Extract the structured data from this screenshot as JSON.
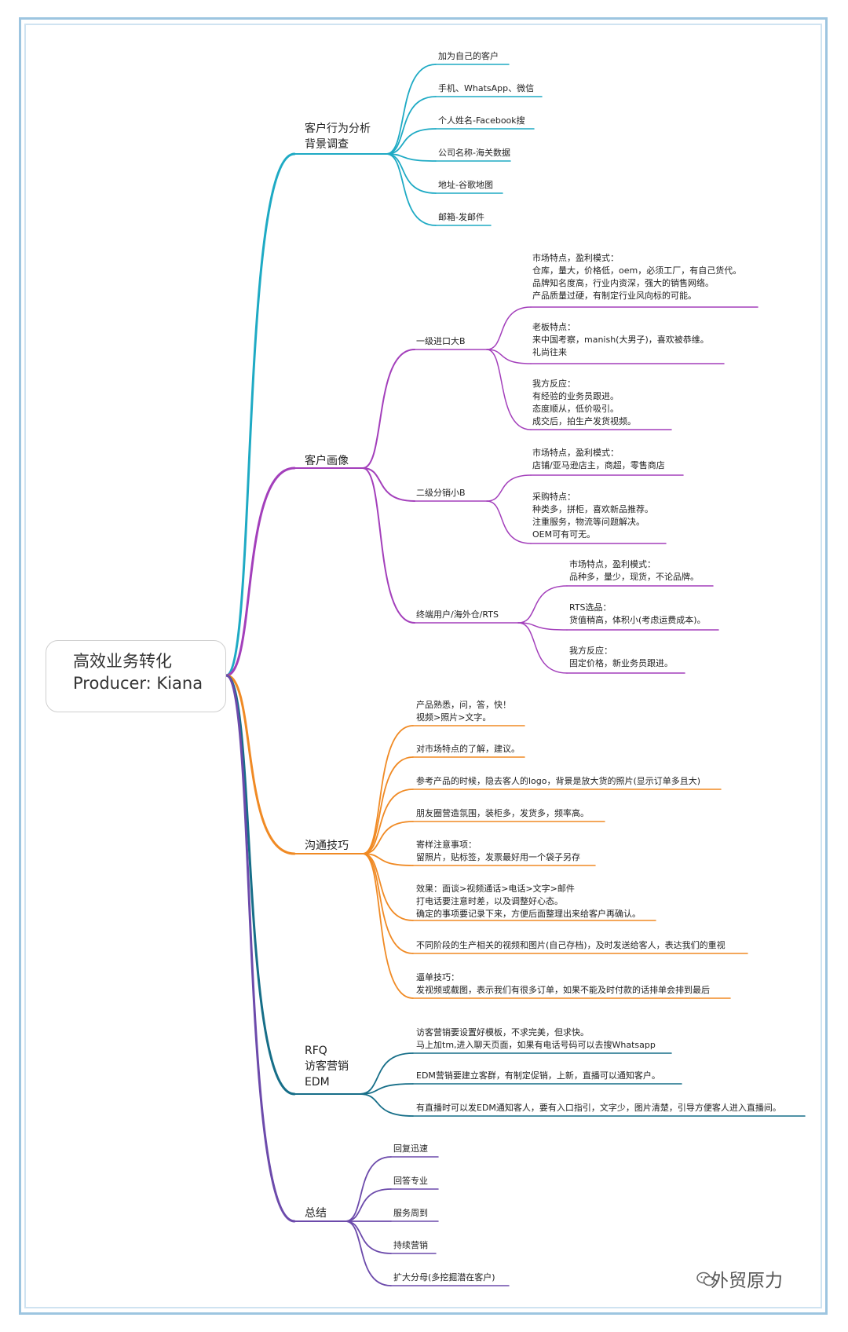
{
  "root": {
    "line1": "高效业务转化",
    "line2": "Producer: Kiana"
  },
  "colors": {
    "cyan": "#1eaac4",
    "purple": "#a33fbb",
    "orange": "#f08a24",
    "teal": "#166e88",
    "violet": "#6c4aab"
  },
  "branches": [
    {
      "label": "客户行为分析\n背景调查",
      "items": [
        "加为自己的客户",
        "手机、WhatsApp、微信",
        "个人姓名-Facebook搜",
        "公司名称-海关数据",
        "地址-谷歌地图",
        "邮箱-发邮件"
      ]
    },
    {
      "label": "客户画像",
      "items": [
        {
          "label": "一级进口大B",
          "notes": [
            "市场特点，盈利模式：\n仓库，量大，价格低，oem，必须工厂，有自己货代。\n品牌知名度高，行业内资深，强大的销售网络。\n产品质量过硬，有制定行业风向标的可能。",
            "老板特点：\n来中国考察，manish(大男子)，喜欢被恭维。\n礼尚往来",
            "我方反应：\n有经验的业务员跟进。\n态度顺从，低价吸引。\n成交后，拍生产发货视频。"
          ]
        },
        {
          "label": "二级分销小B",
          "notes": [
            "市场特点，盈利模式：\n店铺/亚马逊店主，商超，零售商店",
            "采购特点：\n种类多，拼柜，喜欢新品推荐。\n注重服务，物流等问题解决。\nOEM可有可无。"
          ]
        },
        {
          "label": "终端用户/海外仓/RTS",
          "notes": [
            "市场特点，盈利模式：\n品种多，量少，现货，不论品牌。",
            "RTS选品：\n货值稍高，体积小(考虑运费成本)。",
            "我方反应：\n固定价格，新业务员跟进。"
          ]
        }
      ]
    },
    {
      "label": "沟通技巧",
      "items": [
        "产品熟悉，问，答，快！\n视频>照片>文字。",
        "对市场特点的了解，建议。",
        "参考产品的时候，隐去客人的logo，背景是放大货的照片(显示订单多且大)",
        "朋友圈营造氛围，装柜多，发货多，频率高。",
        "寄样注意事项：\n留照片，贴标签，发票最好用一个袋子另存",
        "效果：面谈>视频通话>电话>文字>邮件\n打电话要注意时差，以及调整好心态。\n确定的事项要记录下来，方便后面整理出来给客户再确认。",
        "不同阶段的生产相关的视频和图片(自己存档)，及时发送给客人，表达我们的重视",
        "逼单技巧：\n发视频或截图，表示我们有很多订单，如果不能及时付款的话排单会排到最后"
      ]
    },
    {
      "label": "RFQ\n访客营销\nEDM",
      "items": [
        "访客营销要设置好模板，不求完美，但求快。\n马上加tm,进入聊天页面，如果有电话号码可以去搜Whatsapp",
        "EDM营销要建立客群，有制定促销，上新，直播可以通知客户。",
        "有直播时可以发EDM通知客人，要有入口指引，文字少，图片清楚，引导方便客人进入直播间。"
      ]
    },
    {
      "label": "总结",
      "items": [
        "回复迅速",
        "回答专业",
        "服务周到",
        "持续营销",
        "扩大分母(多挖掘潜在客户)"
      ]
    }
  ],
  "watermark": "外贸原力"
}
